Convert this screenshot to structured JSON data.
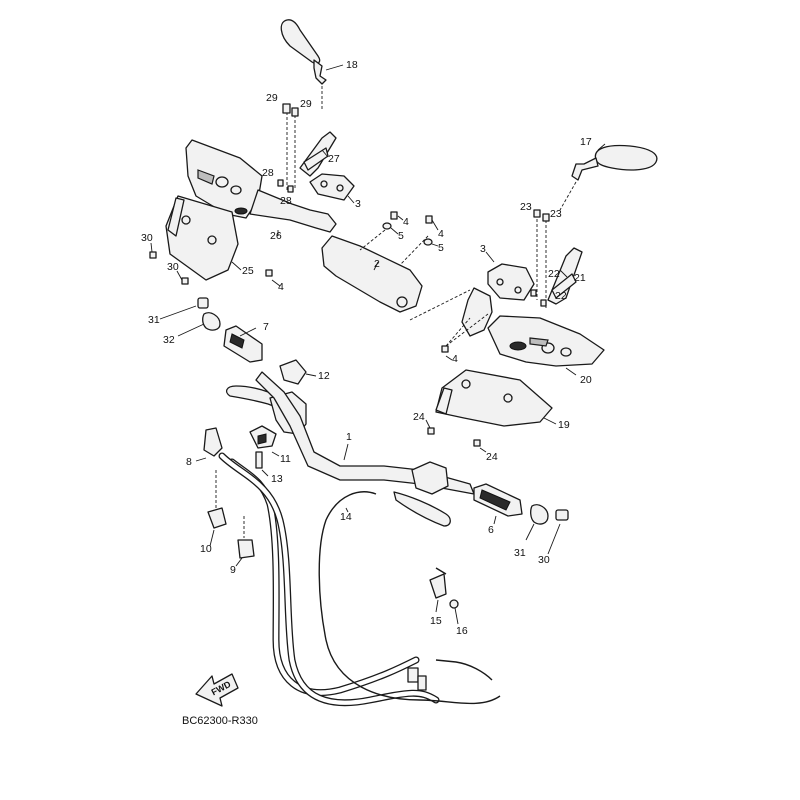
{
  "diagram_code": "BC62300-R330",
  "fwd_label": "FWD",
  "callouts": {
    "c1": "1",
    "c2": "2",
    "c3a": "3",
    "c3b": "3",
    "c4a": "4",
    "c4b": "4",
    "c4c": "4",
    "c4d": "4",
    "c5a": "5",
    "c5b": "5",
    "c6": "6",
    "c7": "7",
    "c8": "8",
    "c9": "9",
    "c10": "10",
    "c11": "11",
    "c12": "12",
    "c13": "13",
    "c14": "14",
    "c15": "15",
    "c16": "16",
    "c17": "17",
    "c18": "18",
    "c19": "19",
    "c20": "20",
    "c21": "21",
    "c22a": "22",
    "c22b": "22",
    "c23a": "23",
    "c23b": "23",
    "c24a": "24",
    "c24b": "24",
    "c25": "25",
    "c26": "26",
    "c27": "27",
    "c28a": "28",
    "c28b": "28",
    "c29a": "29",
    "c29b": "29",
    "c30a": "30",
    "c30b": "30",
    "c30c": "30",
    "c31a": "31",
    "c31b": "31",
    "c32": "32"
  }
}
